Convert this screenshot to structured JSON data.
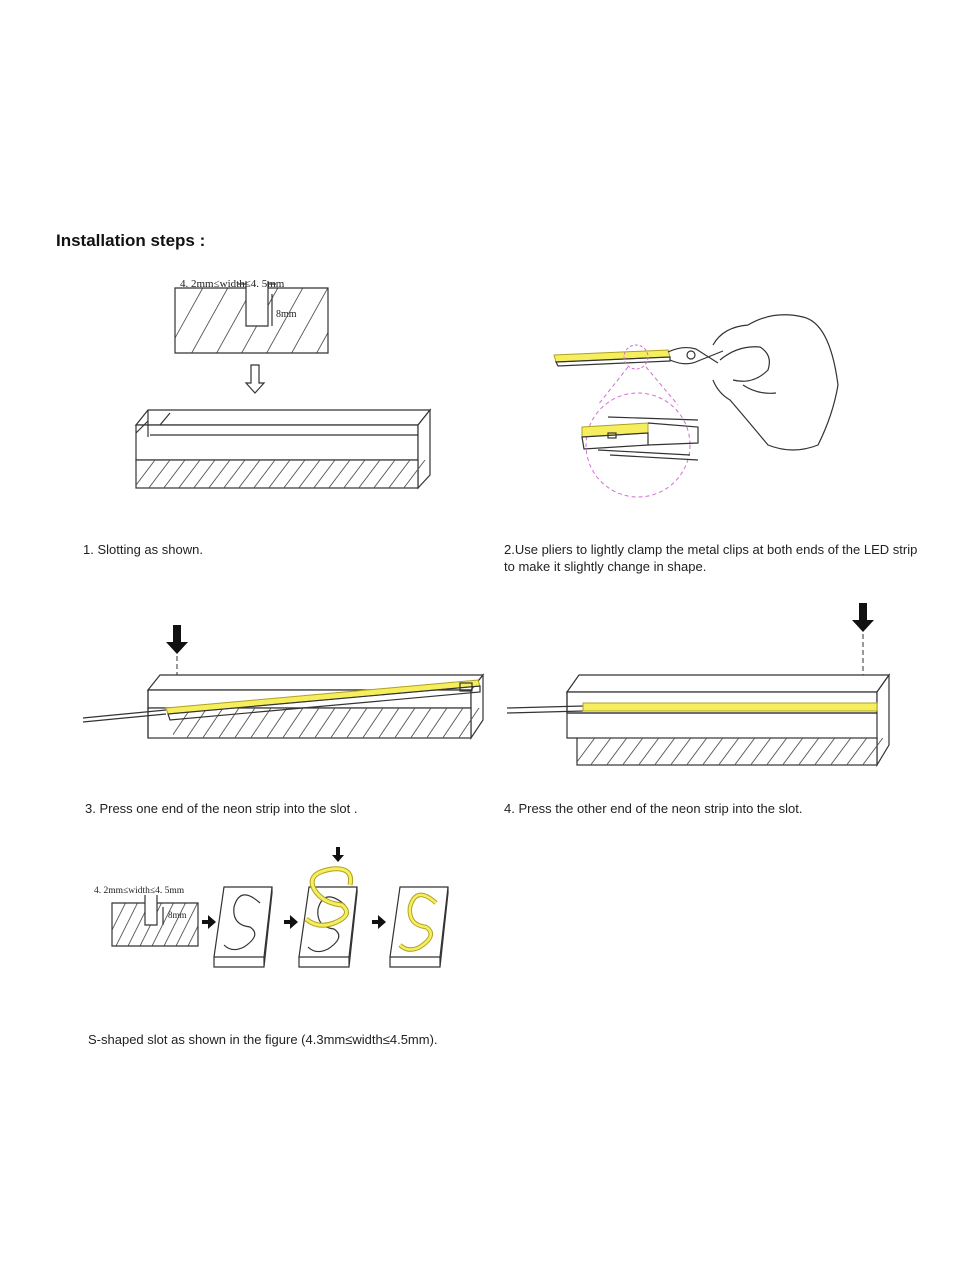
{
  "page": {
    "title": "Installation steps :"
  },
  "steps": [
    {
      "id": 1,
      "caption": "1. Slotting as shown."
    },
    {
      "id": 2,
      "caption_line1": "2.Use pliers to lightly clamp the metal clips at both ends of the LED strip",
      "caption_line2": "to make it slightly change in shape."
    },
    {
      "id": 3,
      "caption": "3. Press one end of the neon strip into the slot ."
    },
    {
      "id": 4,
      "caption": "4. Press the other end of the neon strip into the slot."
    },
    {
      "id": 5,
      "caption": "S-shaped slot as shown in the figure (4.3mm≤width≤4.5mm)."
    }
  ],
  "dimensions": {
    "width_label": "4. 2mm≤width≤4. 5mm",
    "depth_label": "8mm",
    "width_label_small": "4. 2mm≤width≤4. 5mm",
    "depth_label_small": "8mm"
  },
  "colors": {
    "strip": "#f5ee5e",
    "strip_outline": "#b0a020",
    "detail_circle": "#d070d0",
    "line": "#333333"
  }
}
